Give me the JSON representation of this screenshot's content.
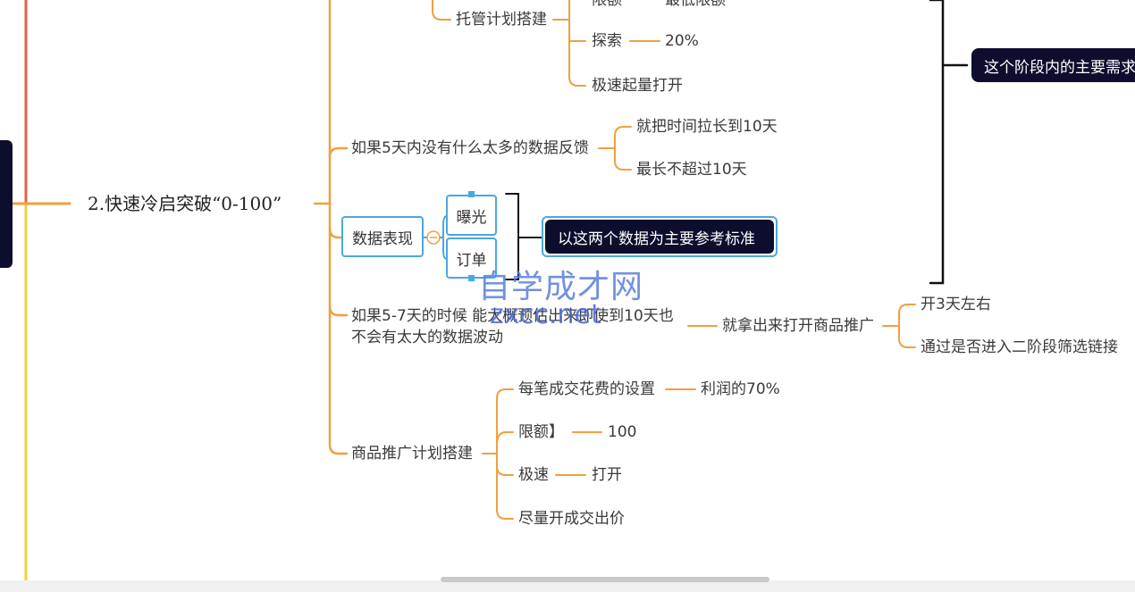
{
  "mindmap": {
    "root": "2.快速冷启突破“0-100”",
    "branch_tuoguan": {
      "label": "托管计划搭建",
      "xiane": "限额",
      "xiane_value": "最低限额",
      "tansuo": "探索",
      "tansuo_value": "20%",
      "jisu": "极速起量打开"
    },
    "branch_5days": {
      "label": "如果5天内没有什么太多的数据反馈",
      "children": [
        "就把时间拉长到10天",
        "最长不超过10天"
      ]
    },
    "branch_data": {
      "label": "数据表现",
      "children": [
        "曝光",
        "订单"
      ],
      "callout": "以这两个数据为主要参考标准"
    },
    "branch_57days": {
      "label_line1": "如果5-7天的时候  能大概预估出来即使到10天也",
      "label_line2": "不会有太大的数据波动",
      "action": "就拿出来打开商品推广",
      "children": [
        "开3天左右",
        "通过是否进入二阶段筛选链接"
      ]
    },
    "branch_product": {
      "label": "商品推广计划搭建",
      "c1": "每笔成交花费的设置",
      "c1_value": "利润的70%",
      "c2": "限额】",
      "c2_value": "100",
      "c3": "极速",
      "c3_value": "打开",
      "c4": "尽量开成交出价"
    },
    "summary_callout": "这个阶段内的主要需求"
  },
  "watermark": {
    "line1": "自学成才网",
    "line2": "zxcc.net"
  },
  "colors": {
    "orange": "#f0a040",
    "red": "#e8604a",
    "yellow": "#f0d040",
    "blue": "#4aa8e0",
    "dark": "#0d0d2e"
  }
}
